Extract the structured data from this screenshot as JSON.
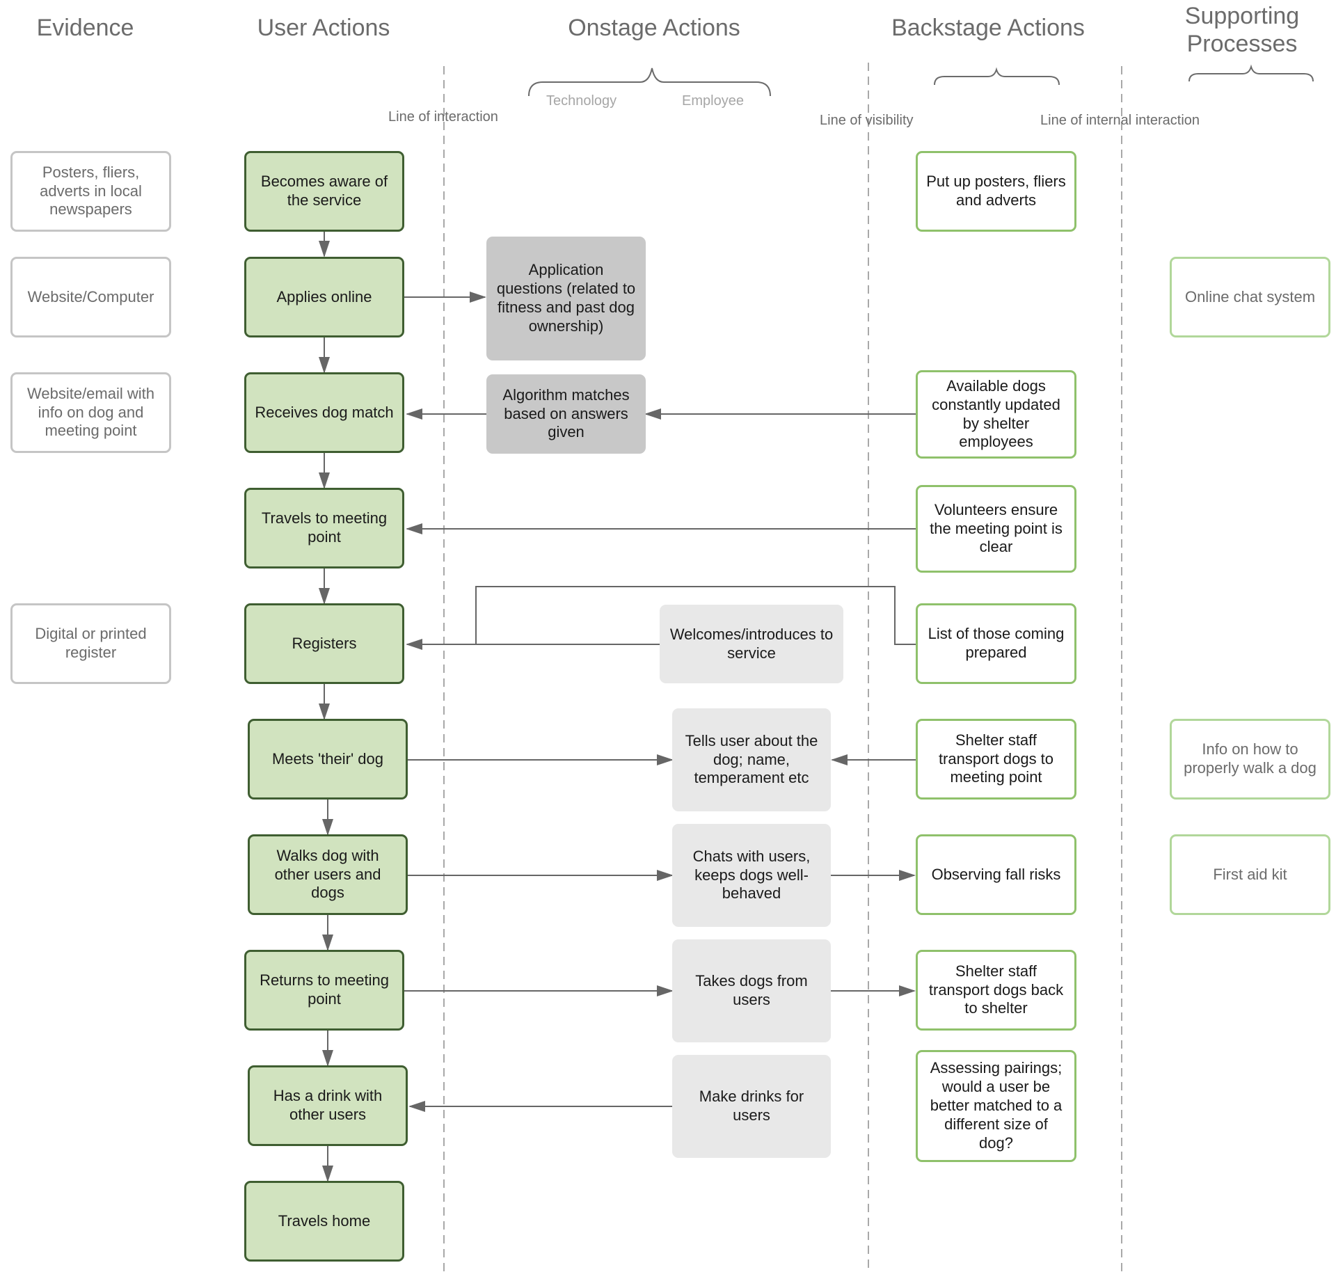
{
  "lanes": {
    "evidence": "Evidence",
    "user_actions": "User Actions",
    "onstage_actions": "Onstage Actions",
    "backstage_actions": "Backstage Actions",
    "supporting_processes": "Supporting Processes"
  },
  "lines": {
    "interaction": "Line of interaction",
    "visibility": "Line of visibility",
    "internal_interaction": "Line of internal interaction"
  },
  "onstage_sub": {
    "technology": "Technology",
    "employee": "Employee"
  },
  "evidence": [
    "Posters, fliers, adverts in local newspapers",
    "Website/Computer",
    "Website/email with info on dog and meeting point",
    "Digital or printed register"
  ],
  "user_actions": [
    "Becomes aware of the service",
    "Applies online",
    "Receives dog match",
    "Travels to meeting point",
    "Registers",
    "Meets 'their' dog",
    "Walks dog with other users and dogs",
    "Returns to meeting point",
    "Has a drink with other users",
    "Travels home"
  ],
  "technology": [
    "Application questions (related to fitness and past dog ownership)",
    "Algorithm matches based on answers given"
  ],
  "employee": [
    "Welcomes/introduces to service",
    "Tells user about the dog; name, temperament etc",
    "Chats with users, keeps dogs well-behaved",
    "Takes dogs from users",
    "Make drinks for users"
  ],
  "backstage": [
    "Put up posters, fliers and adverts",
    "Available dogs constantly updated by shelter employees",
    "Volunteers ensure the meeting point is clear",
    "List of those coming prepared",
    "Shelter staff transport dogs to meeting point",
    "Observing fall risks",
    "Shelter staff transport dogs back to shelter",
    "Assessing pairings; would a user be better matched to a different size of dog?"
  ],
  "supporting": [
    "Online chat system",
    "Info on how to properly walk a dog",
    "First aid kit"
  ],
  "colors": {
    "user_fill": "#d1e3bf",
    "user_border": "#3f5e31",
    "backstage_border": "#8fc16b",
    "support_border": "#b1d79a",
    "technology_fill": "#c8c8c8",
    "employee_fill": "#e8e8e8",
    "connector": "#666666"
  }
}
